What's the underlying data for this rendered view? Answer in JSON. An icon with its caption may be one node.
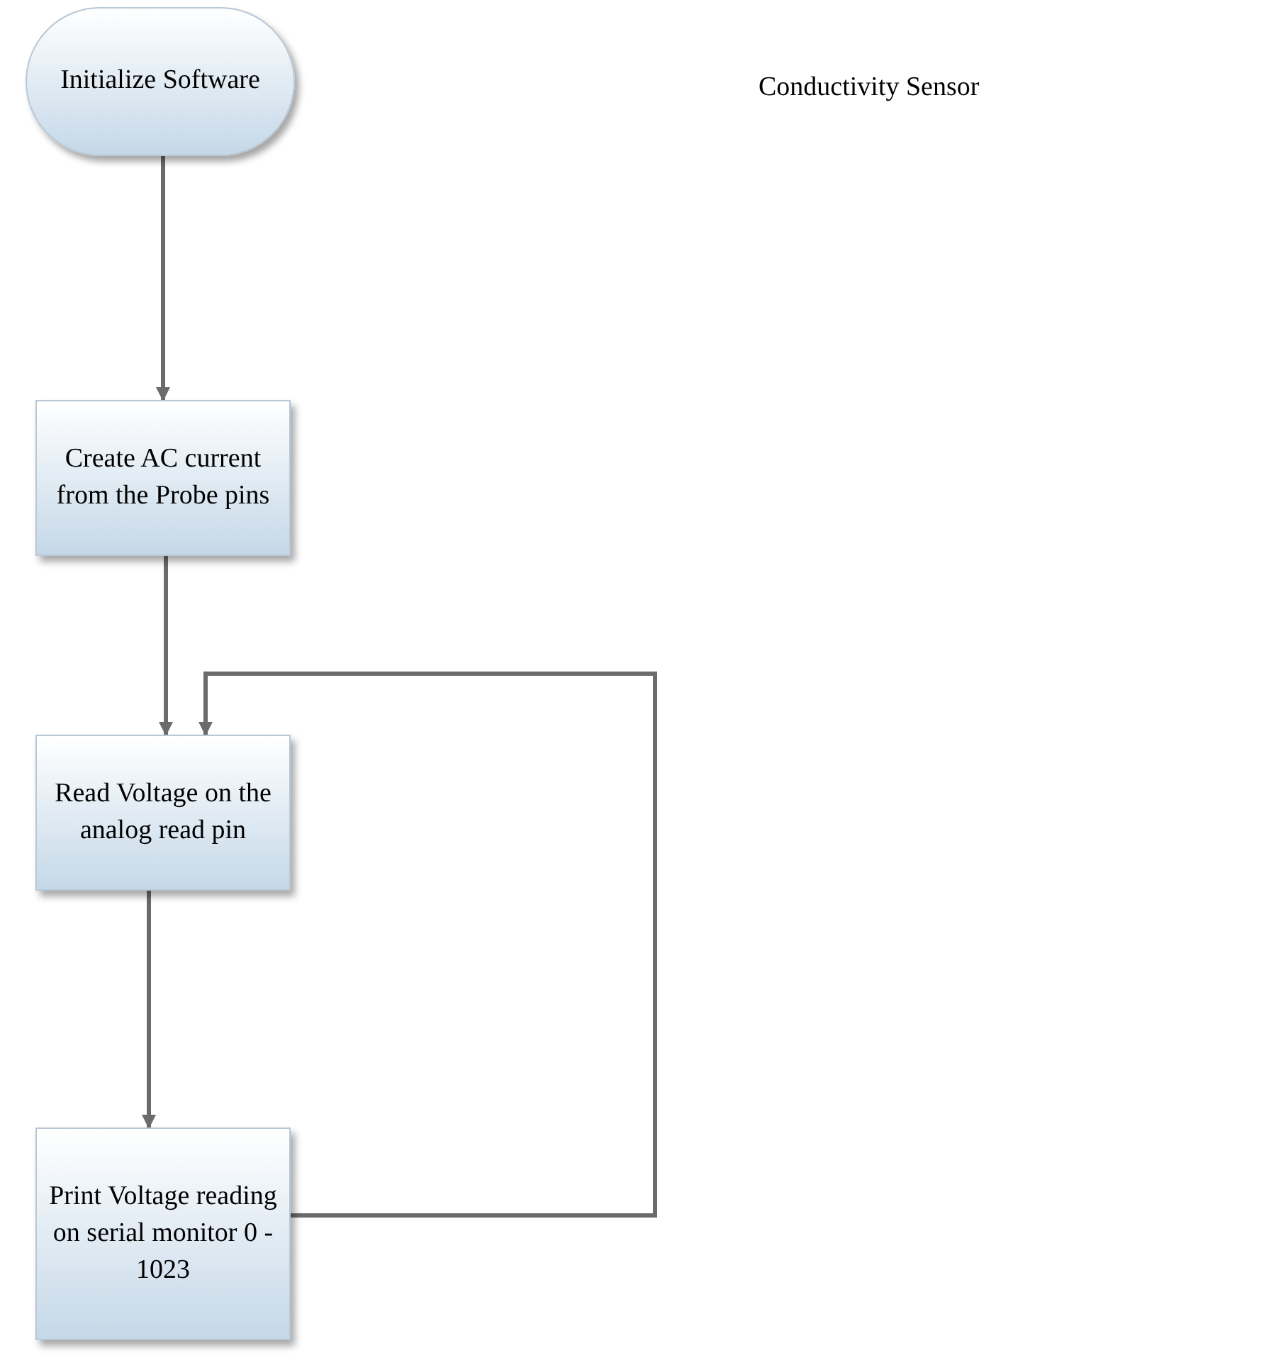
{
  "diagram": {
    "title": "Conductivity Sensor",
    "nodes": [
      {
        "text": [
          "Initialize Software"
        ]
      },
      {
        "text": [
          "Create AC current from the Probe pins"
        ]
      },
      {
        "text": [
          "Read Voltage on the analog read pin"
        ]
      },
      {
        "text": [
          "Print Voltage reading on serial monitor 0 - 1023"
        ]
      }
    ],
    "edges": [
      {
        "from": 0,
        "to": 1,
        "arrow": "to"
      },
      {
        "from": 1,
        "to": 2,
        "arrow": "to"
      },
      {
        "from": 2,
        "to": 3,
        "arrow": "to"
      },
      {
        "from": 3,
        "to": 2,
        "arrow": "to"
      }
    ]
  }
}
